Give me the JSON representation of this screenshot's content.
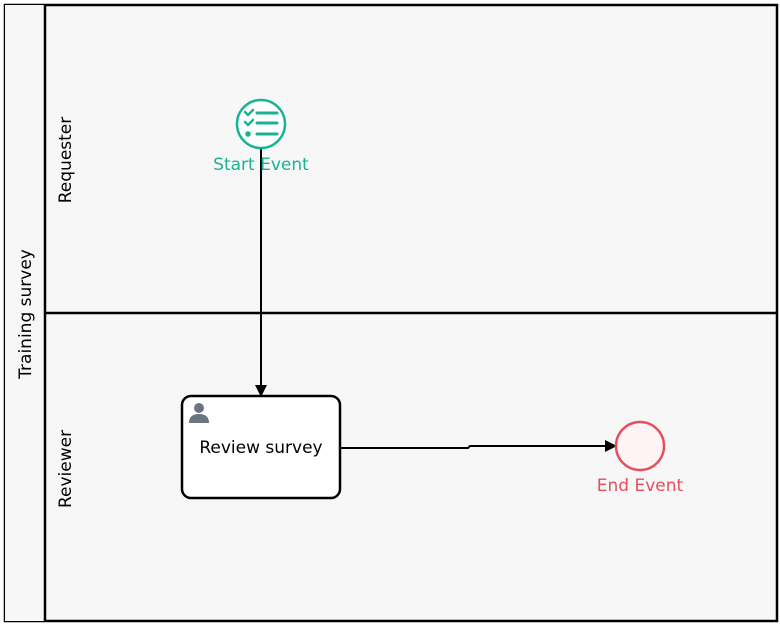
{
  "pool": {
    "label": "Training survey"
  },
  "lanes": [
    {
      "label": "Requester"
    },
    {
      "label": "Reviewer"
    }
  ],
  "nodes": {
    "start": {
      "label": "Start Event",
      "icon": "checklist-icon",
      "color": "#19b394"
    },
    "task": {
      "label": "Review survey",
      "icon": "user-icon",
      "icon_color": "#6b7580"
    },
    "end": {
      "label": "End Event",
      "color": "#e5505c"
    }
  },
  "colors": {
    "lane_fill": "#f7f7f7",
    "stroke": "#000000",
    "end_fill": "#fff4f5"
  }
}
